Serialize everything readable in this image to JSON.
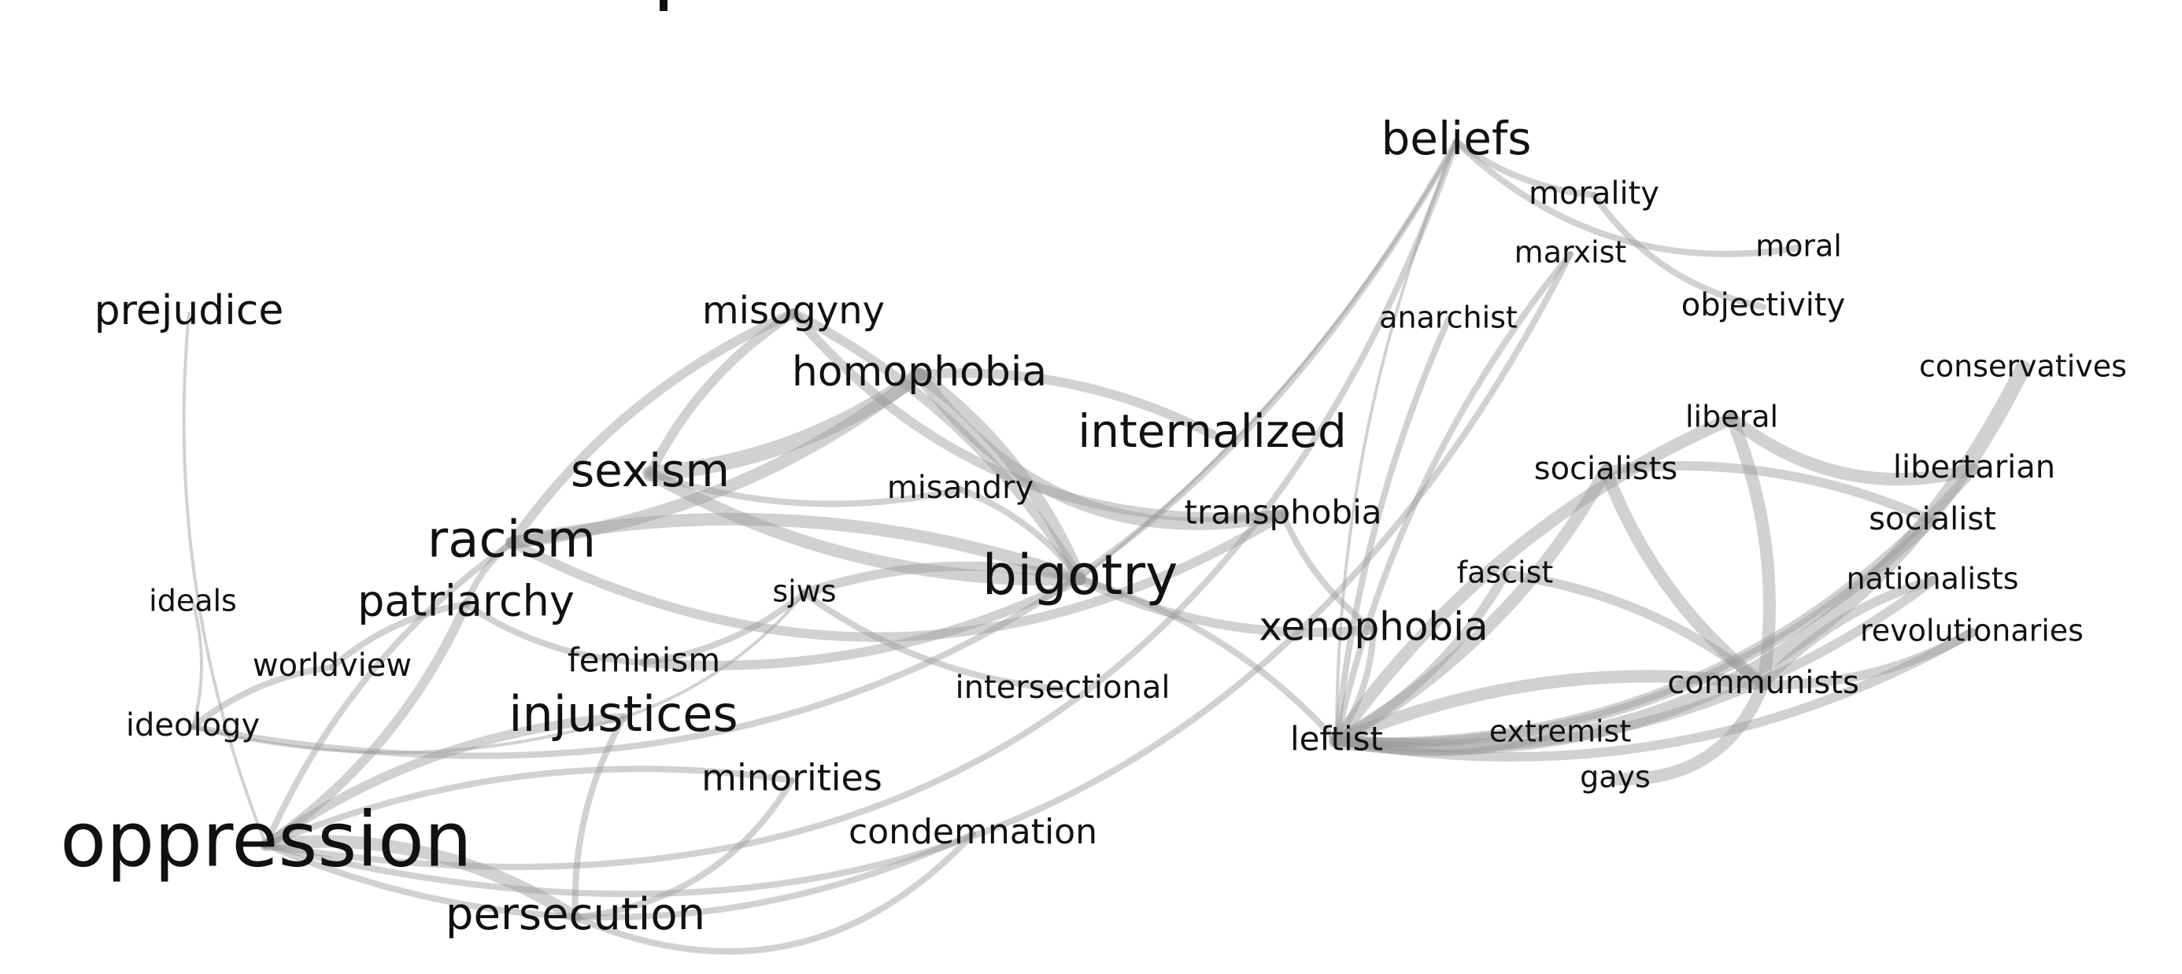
{
  "graph": {
    "edge_color": "#9a9a9a",
    "text_color": "#111111",
    "background": "#ffffff",
    "nodes": [
      {
        "id": "beliefs",
        "label": "beliefs"
      },
      {
        "id": "morality",
        "label": "morality"
      },
      {
        "id": "marxist",
        "label": "marxist"
      },
      {
        "id": "moral",
        "label": "moral"
      },
      {
        "id": "objectivity",
        "label": "objectivity"
      },
      {
        "id": "anarchist",
        "label": "anarchist"
      },
      {
        "id": "prejudice",
        "label": "prejudice"
      },
      {
        "id": "misogyny",
        "label": "misogyny"
      },
      {
        "id": "homophobia",
        "label": "homophobia"
      },
      {
        "id": "internalized",
        "label": "internalized"
      },
      {
        "id": "conservatives",
        "label": "conservatives"
      },
      {
        "id": "liberal",
        "label": "liberal"
      },
      {
        "id": "sexism",
        "label": "sexism"
      },
      {
        "id": "misandry",
        "label": "misandry"
      },
      {
        "id": "socialists",
        "label": "socialists"
      },
      {
        "id": "libertarian",
        "label": "libertarian"
      },
      {
        "id": "racism",
        "label": "racism"
      },
      {
        "id": "transphobia",
        "label": "transphobia"
      },
      {
        "id": "socialist",
        "label": "socialist"
      },
      {
        "id": "fascist",
        "label": "fascist"
      },
      {
        "id": "nationalists",
        "label": "nationalists"
      },
      {
        "id": "ideals",
        "label": "ideals"
      },
      {
        "id": "patriarchy",
        "label": "patriarchy"
      },
      {
        "id": "sjws",
        "label": "sjws"
      },
      {
        "id": "bigotry",
        "label": "bigotry"
      },
      {
        "id": "xenophobia",
        "label": "xenophobia"
      },
      {
        "id": "revolutionaries",
        "label": "revolutionaries"
      },
      {
        "id": "worldview",
        "label": "worldview"
      },
      {
        "id": "feminism",
        "label": "feminism"
      },
      {
        "id": "communists",
        "label": "communists"
      },
      {
        "id": "intersectional",
        "label": "intersectional"
      },
      {
        "id": "ideology",
        "label": "ideology"
      },
      {
        "id": "injustices",
        "label": "injustices"
      },
      {
        "id": "extremist",
        "label": "extremist"
      },
      {
        "id": "leftist",
        "label": "leftist"
      },
      {
        "id": "gays",
        "label": "gays"
      },
      {
        "id": "minorities",
        "label": "minorities"
      },
      {
        "id": "condemnation",
        "label": "condemnation"
      },
      {
        "id": "oppression",
        "label": "oppression"
      },
      {
        "id": "persecution",
        "label": "persecution"
      }
    ],
    "edges": [
      {
        "source": "oppression",
        "target": "beliefs",
        "weight": 2
      },
      {
        "source": "ideology",
        "target": "beliefs",
        "weight": 2
      },
      {
        "source": "oppression",
        "target": "marxist",
        "weight": 2
      },
      {
        "source": "oppression",
        "target": "prejudice",
        "weight": 1
      },
      {
        "source": "beliefs",
        "target": "morality",
        "weight": 2
      },
      {
        "source": "beliefs",
        "target": "moral",
        "weight": 2
      },
      {
        "source": "morality",
        "target": "objectivity",
        "weight": 2
      },
      {
        "source": "beliefs",
        "target": "leftist",
        "weight": 1
      },
      {
        "source": "marxist",
        "target": "leftist",
        "weight": 2
      },
      {
        "source": "anarchist",
        "target": "leftist",
        "weight": 2
      },
      {
        "source": "racism",
        "target": "homophobia",
        "weight": 4
      },
      {
        "source": "racism",
        "target": "misogyny",
        "weight": 3
      },
      {
        "source": "sexism",
        "target": "homophobia",
        "weight": 5
      },
      {
        "source": "sexism",
        "target": "misogyny",
        "weight": 3
      },
      {
        "source": "sexism",
        "target": "bigotry",
        "weight": 4
      },
      {
        "source": "racism",
        "target": "bigotry",
        "weight": 4
      },
      {
        "source": "racism",
        "target": "transphobia",
        "weight": 3
      },
      {
        "source": "homophobia",
        "target": "bigotry",
        "weight": 4
      },
      {
        "source": "homophobia",
        "target": "transphobia",
        "weight": 4
      },
      {
        "source": "misogyny",
        "target": "bigotry",
        "weight": 3
      },
      {
        "source": "misogyny",
        "target": "transphobia",
        "weight": 3
      },
      {
        "source": "homophobia",
        "target": "internalized",
        "weight": 3
      },
      {
        "source": "sexism",
        "target": "misandry",
        "weight": 2
      },
      {
        "source": "misandry",
        "target": "bigotry",
        "weight": 2
      },
      {
        "source": "bigotry",
        "target": "xenophobia",
        "weight": 3
      },
      {
        "source": "bigotry",
        "target": "leftist",
        "weight": 2
      },
      {
        "source": "bigotry",
        "target": "beliefs",
        "weight": 1
      },
      {
        "source": "sjws",
        "target": "bigotry",
        "weight": 3
      },
      {
        "source": "feminism",
        "target": "bigotry",
        "weight": 3
      },
      {
        "source": "sjws",
        "target": "feminism",
        "weight": 2
      },
      {
        "source": "sjws",
        "target": "intersectional",
        "weight": 2
      },
      {
        "source": "patriarchy",
        "target": "racism",
        "weight": 2
      },
      {
        "source": "patriarchy",
        "target": "feminism",
        "weight": 2
      },
      {
        "source": "oppression",
        "target": "racism",
        "weight": 2
      },
      {
        "source": "oppression",
        "target": "patriarchy",
        "weight": 3
      },
      {
        "source": "oppression",
        "target": "injustices",
        "weight": 3
      },
      {
        "source": "oppression",
        "target": "persecution",
        "weight": 4
      },
      {
        "source": "oppression",
        "target": "minorities",
        "weight": 2
      },
      {
        "source": "oppression",
        "target": "condemnation",
        "weight": 2
      },
      {
        "source": "persecution",
        "target": "minorities",
        "weight": 2
      },
      {
        "source": "persecution",
        "target": "condemnation",
        "weight": 2
      },
      {
        "source": "persecution",
        "target": "injustices",
        "weight": 2
      },
      {
        "source": "injustices",
        "target": "sjws",
        "weight": 1
      },
      {
        "source": "ideology",
        "target": "worldview",
        "weight": 2
      },
      {
        "source": "ideology",
        "target": "ideals",
        "weight": 1
      },
      {
        "source": "worldview",
        "target": "patriarchy",
        "weight": 2
      },
      {
        "source": "ideology",
        "target": "injustices",
        "weight": 1
      },
      {
        "source": "leftist",
        "target": "liberal",
        "weight": 4
      },
      {
        "source": "leftist",
        "target": "socialists",
        "weight": 4
      },
      {
        "source": "leftist",
        "target": "communists",
        "weight": 4
      },
      {
        "source": "leftist",
        "target": "fascist",
        "weight": 3
      },
      {
        "source": "leftist",
        "target": "libertarian",
        "weight": 3
      },
      {
        "source": "leftist",
        "target": "socialist",
        "weight": 3
      },
      {
        "source": "leftist",
        "target": "nationalists",
        "weight": 3
      },
      {
        "source": "leftist",
        "target": "revolutionaries",
        "weight": 3
      },
      {
        "source": "leftist",
        "target": "conservatives",
        "weight": 5
      },
      {
        "source": "leftist",
        "target": "extremist",
        "weight": 2
      },
      {
        "source": "liberal",
        "target": "communists",
        "weight": 4
      },
      {
        "source": "socialists",
        "target": "communists",
        "weight": 4
      },
      {
        "source": "fascist",
        "target": "communists",
        "weight": 3
      },
      {
        "source": "communists",
        "target": "revolutionaries",
        "weight": 3
      },
      {
        "source": "communists",
        "target": "nationalists",
        "weight": 3
      },
      {
        "source": "liberal",
        "target": "libertarian",
        "weight": 4
      },
      {
        "source": "socialists",
        "target": "socialist",
        "weight": 3
      },
      {
        "source": "communists",
        "target": "gays",
        "weight": 4
      },
      {
        "source": "xenophobia",
        "target": "leftist",
        "weight": 2
      },
      {
        "source": "transphobia",
        "target": "xenophobia",
        "weight": 2
      }
    ]
  }
}
